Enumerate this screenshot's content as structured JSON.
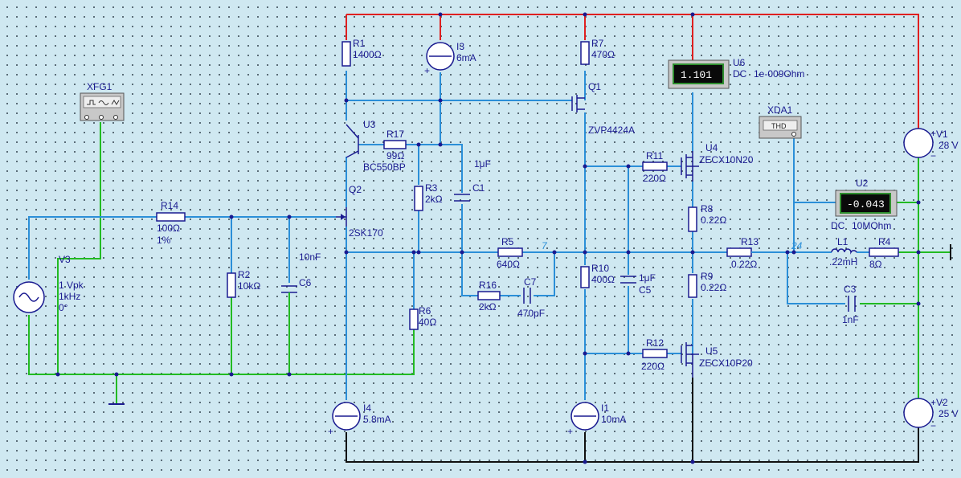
{
  "components": {
    "xfg1": {
      "ref": "XFG1"
    },
    "v3": {
      "ref": "V3",
      "amplitude": "1 Vpk",
      "frequency": "1kHz",
      "phase": "0°"
    },
    "r14": {
      "ref": "R14",
      "value": "100Ω",
      "tolerance": "1%"
    },
    "r2": {
      "ref": "R2",
      "value": "10kΩ"
    },
    "c6": {
      "ref": "C6",
      "value": "10nF"
    },
    "r1": {
      "ref": "R1",
      "value": "1400Ω"
    },
    "i3": {
      "ref": "I3",
      "value": "6mA"
    },
    "u3": {
      "ref": "U3",
      "part": "BC550BP"
    },
    "r17": {
      "ref": "R17",
      "value": "99Ω"
    },
    "q2": {
      "ref": "Q2",
      "part": "2SK170"
    },
    "r3": {
      "ref": "R3",
      "value": "2kΩ"
    },
    "c1": {
      "ref": "C1",
      "value": "1μF"
    },
    "r6": {
      "ref": "R6",
      "value": "40Ω"
    },
    "i4": {
      "ref": "I4",
      "value": "5.8mA"
    },
    "r5": {
      "ref": "R5",
      "value": "640Ω"
    },
    "r16": {
      "ref": "R16",
      "value": "2kΩ"
    },
    "c7": {
      "ref": "C7",
      "value": "470pF"
    },
    "r7": {
      "ref": "R7",
      "value": "470Ω"
    },
    "q1": {
      "ref": "Q1",
      "part": "ZVP4424A"
    },
    "r10": {
      "ref": "R10",
      "value": "400Ω"
    },
    "i1": {
      "ref": "I1",
      "value": "10mA"
    },
    "c5": {
      "ref": "C5",
      "value": "1μF"
    },
    "r11": {
      "ref": "R11",
      "value": "220Ω"
    },
    "u4": {
      "ref": "U4",
      "part": "ZECX10N20"
    },
    "r8": {
      "ref": "R8",
      "value": "0.22Ω"
    },
    "r9": {
      "ref": "R9",
      "value": "0.22Ω"
    },
    "r12": {
      "ref": "R12",
      "value": "220Ω"
    },
    "u5": {
      "ref": "U5",
      "part": "ZECX10P20"
    },
    "u6": {
      "ref": "U6",
      "mode": "DC",
      "resistance": "1e-009Ohm",
      "reading": "1.101"
    },
    "xda1": {
      "ref": "XDA1",
      "button": "THD"
    },
    "u2": {
      "ref": "U2",
      "mode": "DC",
      "resistance": "10MOhm",
      "reading": "-0.043"
    },
    "r13": {
      "ref": "R13",
      "value": "0.22Ω"
    },
    "l1": {
      "ref": "L1",
      "value": ".22mH"
    },
    "r4": {
      "ref": "R4",
      "value": "8Ω"
    },
    "c3": {
      "ref": "C3",
      "value": "1nF"
    },
    "v1": {
      "ref": "V1",
      "value": "28 V"
    },
    "v2": {
      "ref": "V2",
      "value": "25 V"
    }
  },
  "nodes": {
    "n7": "7",
    "n24": "24"
  },
  "polarity": {
    "plus": "+",
    "minus": "−"
  },
  "colors": {
    "wire_signal": "#2b8fd8",
    "wire_positive": "#e02020",
    "wire_ground": "#22bb22",
    "wire_negative": "#111111",
    "component": "#1a1a90",
    "meter_display": "#0a0a0a"
  }
}
